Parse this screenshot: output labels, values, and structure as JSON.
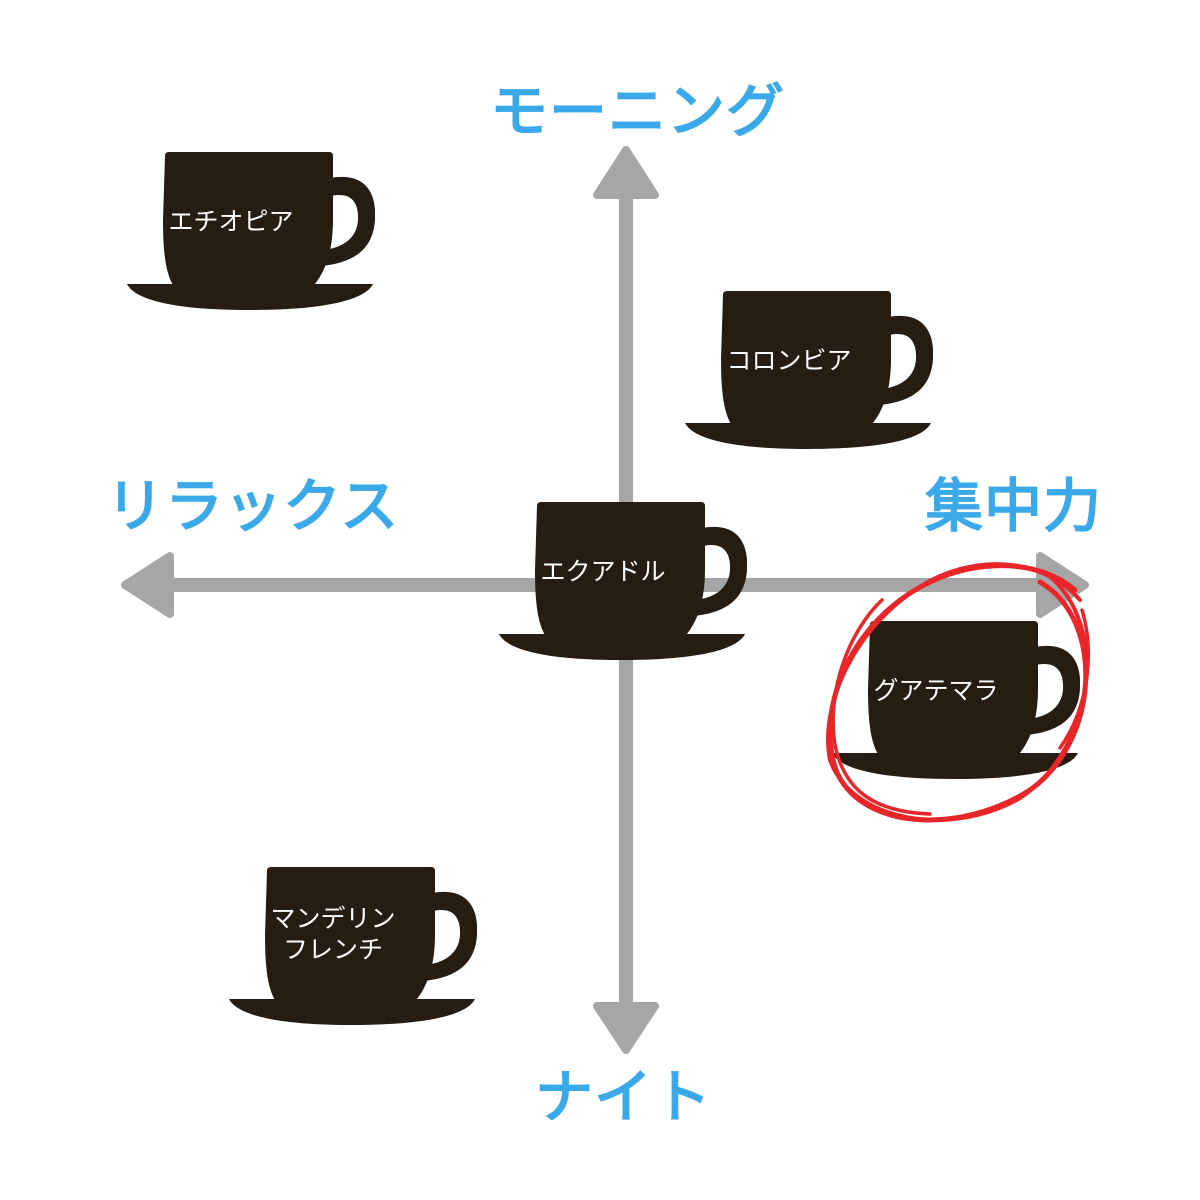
{
  "axes": {
    "top": "モーニング",
    "bottom": "ナイト",
    "left": "リラックス",
    "right": "集中力",
    "color": "#3aa9ea",
    "arrow_color": "#a6a6a6"
  },
  "cups": {
    "ethiopia": {
      "line1": "エチオピア",
      "line2": ""
    },
    "colombia": {
      "line1": "コロンビア",
      "line2": ""
    },
    "ecuador": {
      "line1": "エクアドル",
      "line2": ""
    },
    "guatemala": {
      "line1": "グアテマラ",
      "line2": "",
      "highlighted": true
    },
    "mandheling": {
      "line1": "マンデリン",
      "line2": "フレンチ"
    }
  },
  "colors": {
    "cup": "#261c12",
    "highlight_circle": "#e8262a"
  }
}
